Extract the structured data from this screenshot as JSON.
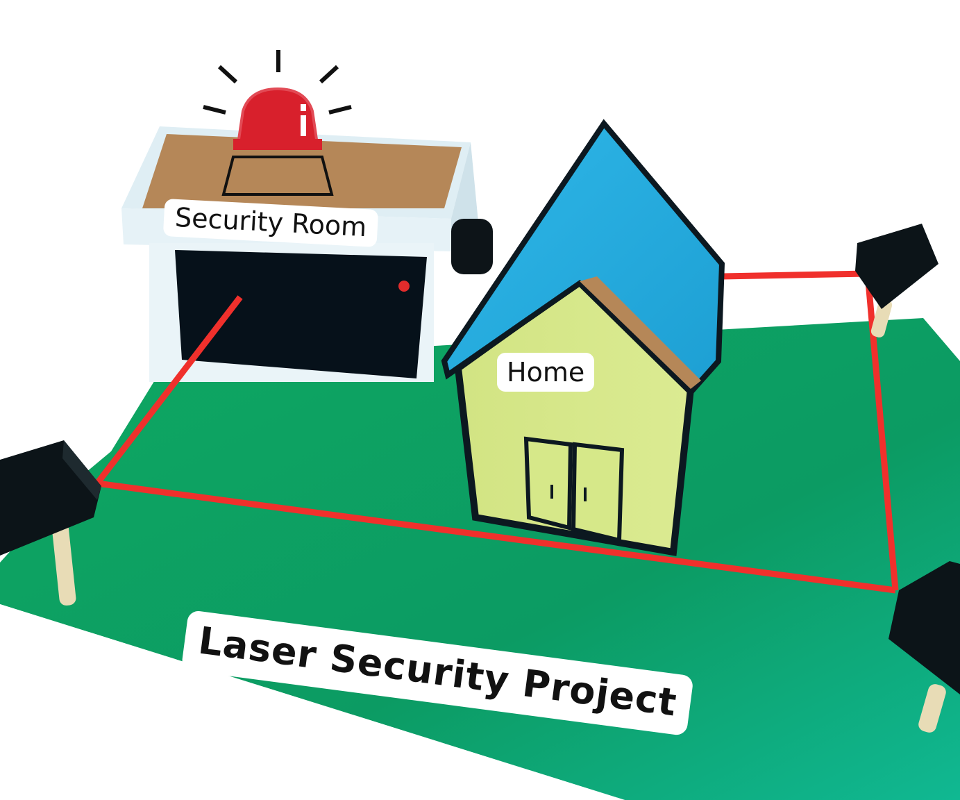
{
  "labels": {
    "security_room": "Security Room",
    "home": "Home",
    "project_title": "Laser Security Project"
  },
  "colors": {
    "board_green": "#0fa06a",
    "laser_red": "#f0302c",
    "roof_blue": "#2aaee0",
    "house_wall": "#d6e889",
    "cardboard": "#b98a5a",
    "siren_red": "#d8202c"
  },
  "icons": {
    "siren": "alarm-siren-icon"
  }
}
